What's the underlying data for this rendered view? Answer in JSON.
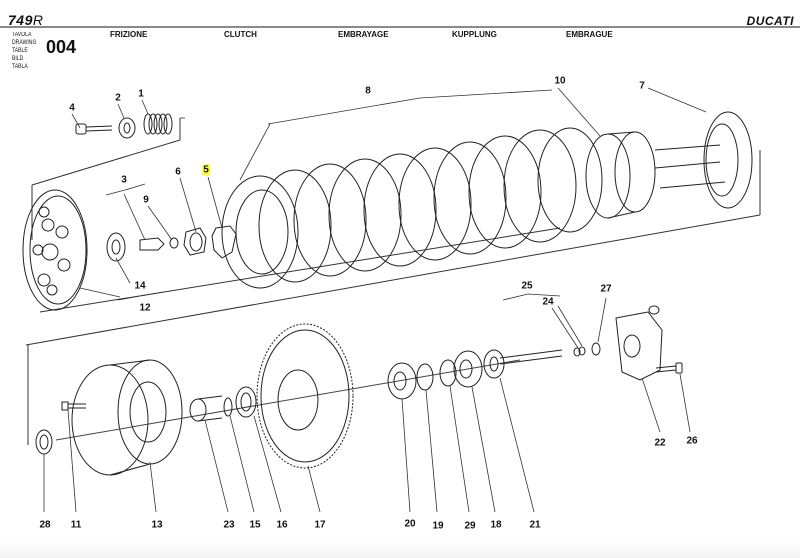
{
  "header": {
    "model": "749",
    "model_suffix": "R",
    "brand": "DUCATI",
    "table_labels": [
      "TAVOLA",
      "DRAWING",
      "TABLE",
      "BILD",
      "TABLA"
    ],
    "drawing_number": "004",
    "titles": {
      "it": "FRIZIONE",
      "en": "CLUTCH",
      "fr": "EMBRAYAGE",
      "de": "KUPPLUNG",
      "es": "EMBRAGUE"
    }
  },
  "diagram": {
    "description": "Exploded view of clutch assembly",
    "highlight_color": "#ffff33",
    "callouts": {
      "c1": "1",
      "c2": "2",
      "c3": "3",
      "c4": "4",
      "c5": "5",
      "c6": "6",
      "c7": "7",
      "c8": "8",
      "c9": "9",
      "c10": "10",
      "c11": "11",
      "c12": "12",
      "c13": "13",
      "c14": "14",
      "c15": "15",
      "c16": "16",
      "c17": "17",
      "c18": "18",
      "c19": "19",
      "c20": "20",
      "c21": "21",
      "c22": "22",
      "c23": "23",
      "c24": "24",
      "c25": "25",
      "c26": "26",
      "c27": "27",
      "c28": "28",
      "c29": "29"
    },
    "highlighted_callout": "5"
  }
}
